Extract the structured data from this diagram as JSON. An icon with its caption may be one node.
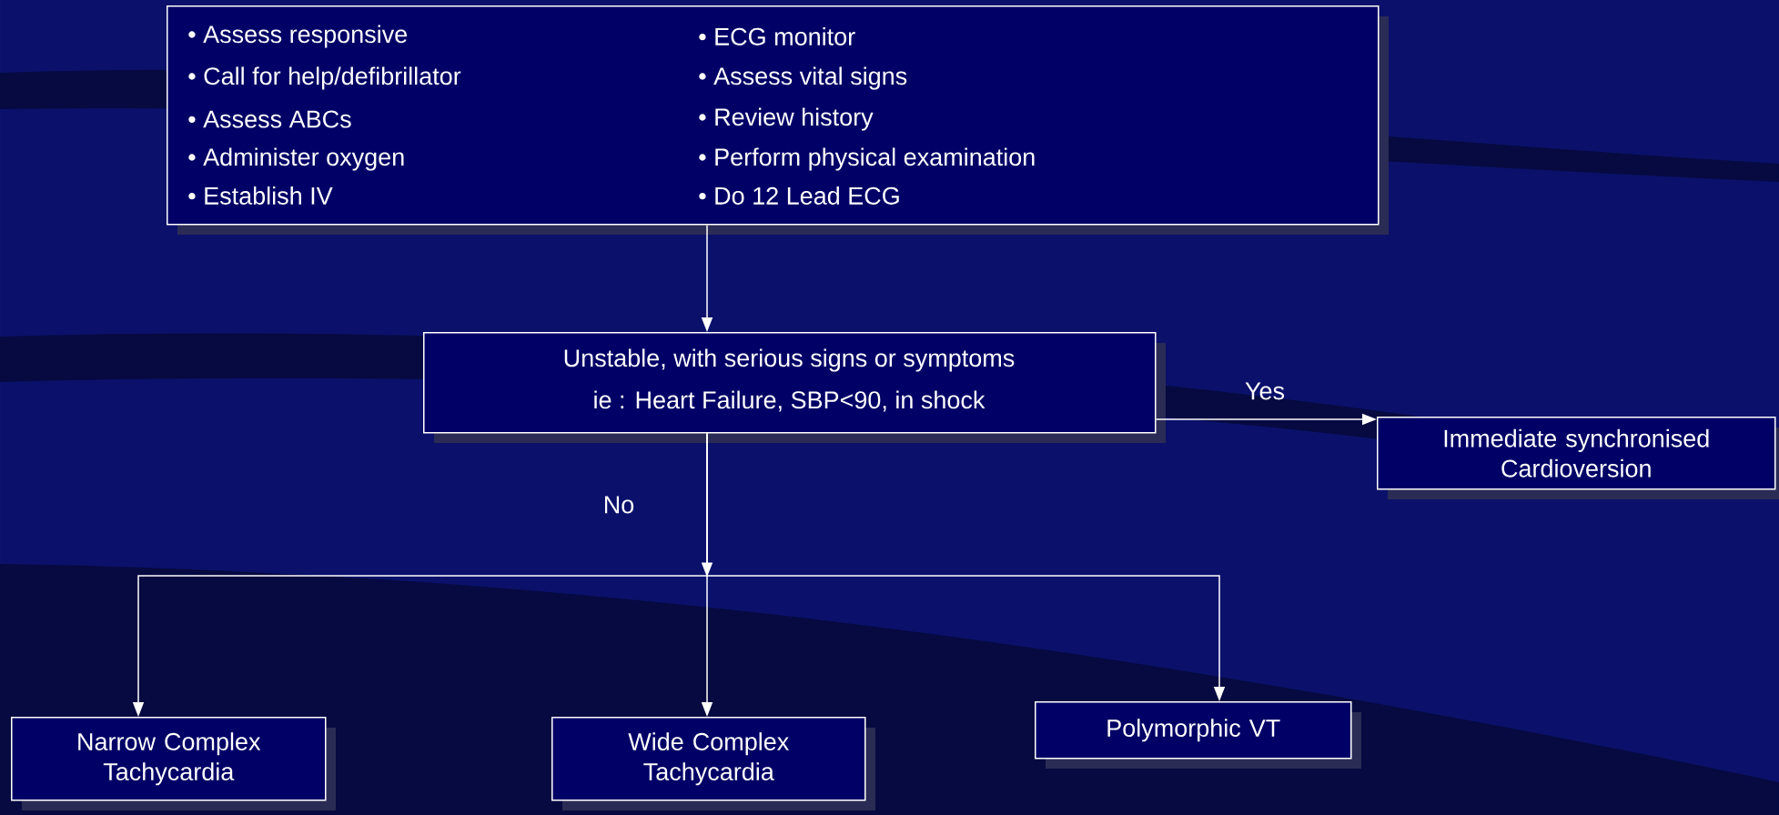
{
  "diagram": {
    "nodes": [
      {
        "text": [
          "• Assess responsive",
          "• Call for help/defibrillator",
          "• Assess ABCs",
          "• Administer oxygen",
          "• Establish IV",
          "• ECG monitor",
          "• Assess vital signs",
          "• Review history",
          "• Perform physical examination",
          "• Do 12 Lead ECG"
        ]
      },
      {
        "text": [
          "Unstable, with serious signs or symptoms",
          "ie : Heart Failure, SBP<90, in shock"
        ]
      },
      {
        "text": [
          "Immediate synchronised Cardioversion"
        ]
      },
      {
        "text": [
          "Narrow Complex Tachycardia"
        ]
      },
      {
        "text": [
          "Wide Complex Tachycardia"
        ]
      },
      {
        "text": [
          "Polymorphic VT"
        ]
      }
    ],
    "edges": [
      {
        "from": 0,
        "to": 1,
        "arrow": "to"
      },
      {
        "from": 1,
        "to": 2,
        "arrow": "to",
        "label": "Yes"
      },
      {
        "from": 1,
        "to": 3,
        "arrow": "to"
      },
      {
        "from": 1,
        "to": 4,
        "arrow": "to",
        "label": "No"
      },
      {
        "from": 1,
        "to": 5,
        "arrow": "to"
      }
    ]
  }
}
